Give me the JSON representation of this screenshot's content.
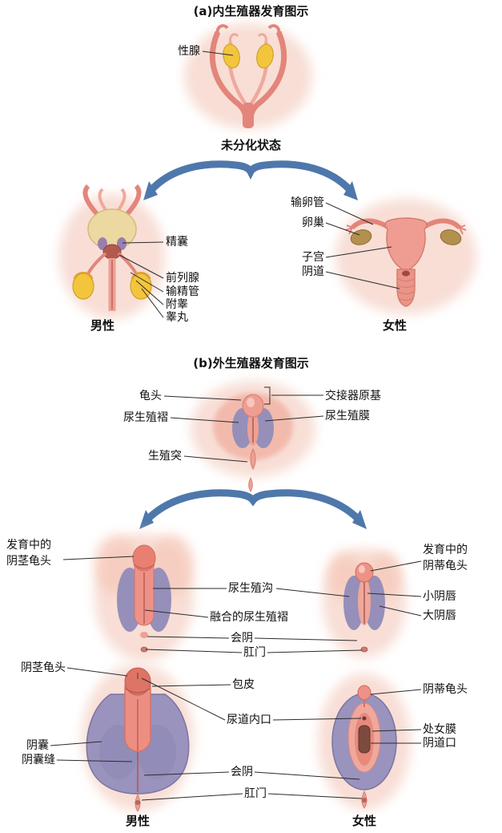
{
  "section_a": {
    "title": "(a)内生殖器发育图示",
    "gonad": "性腺",
    "undifferentiated": "未分化状态",
    "male": {
      "seminal_vesicle": "精囊",
      "prostate": "前列腺",
      "vas_deferens": "输精管",
      "epididymis": "附睾",
      "testis": "睾丸",
      "caption": "男性"
    },
    "female": {
      "fallopian_tube": "输卵管",
      "ovary": "卵巢",
      "uterus": "子宫",
      "vagina": "阴道",
      "caption": "女性"
    }
  },
  "section_b": {
    "title": "(b)外生殖器发育图示",
    "undiff": {
      "glans": "龟头",
      "urogenital_fold": "尿生殖褶",
      "genital_tubercle": "生殖突",
      "phallus_primordium": "交接器原基",
      "urogenital_membrane": "尿生殖膜"
    },
    "developing": {
      "male_glans_l1": "发育中的",
      "male_glans_l2": "阴茎龟头",
      "urogenital_groove": "尿生殖沟",
      "fused_urogenital_folds": "融合的尿生殖褶",
      "perineum": "会阴",
      "anus": "肛门",
      "female_glans_l1": "发育中的",
      "female_glans_l2": "阴蒂龟头",
      "labia_minora": "小阴唇",
      "labia_majora": "大阴唇"
    },
    "mature": {
      "penile_glans": "阴茎龟头",
      "scrotum": "阴囊",
      "scrotal_raphe": "阴囊缝",
      "prepuce": "包皮",
      "urethral_opening": "尿道内口",
      "perineum": "会阴",
      "anus": "肛门",
      "clitoral_glans": "阴蒂龟头",
      "hymen": "处女膜",
      "vaginal_opening": "阴道口",
      "male_caption": "男性",
      "female_caption": "女性"
    }
  },
  "colors": {
    "arrow_blue": "#4e78ab",
    "tissue_pink": "#ef9d92",
    "gonad_yellow": "#f3c53d",
    "fold_purple": "#968fba",
    "leader_line": "#2b2b2b",
    "background": "#ffffff"
  }
}
